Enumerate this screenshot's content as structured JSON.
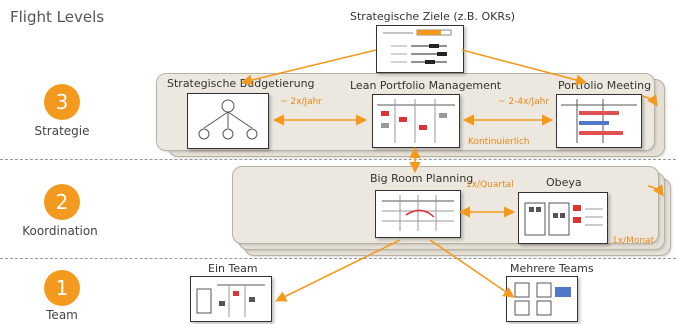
{
  "title": "Flight Levels",
  "levels": [
    {
      "number": "3",
      "label": "Strategie"
    },
    {
      "number": "2",
      "label": "Koordination"
    },
    {
      "number": "1",
      "label": "Team"
    }
  ],
  "strategy": {
    "goals_title": "Strategische Ziele (z.B. OKRs)",
    "budget_title": "Strategische Budgetierung",
    "lpm_title": "Lean Portfolio Management",
    "meeting_title": "Portfolio Meeting",
    "budget_freq": "~ 2x/Jahr",
    "meeting_freq": "~ 2-4x/Jahr",
    "lpm_freq": "Kontinuierlich"
  },
  "coordination": {
    "brp_title": "Big Room Planning",
    "obeya_title": "Obeya",
    "brp_freq": "1x/Quartal",
    "obeya_freq": "1x/Monat"
  },
  "team": {
    "one_team": "Ein Team",
    "many_teams": "Mehrere Teams"
  },
  "colors": {
    "accent": "#f39a1e",
    "band": "#ece8df"
  }
}
